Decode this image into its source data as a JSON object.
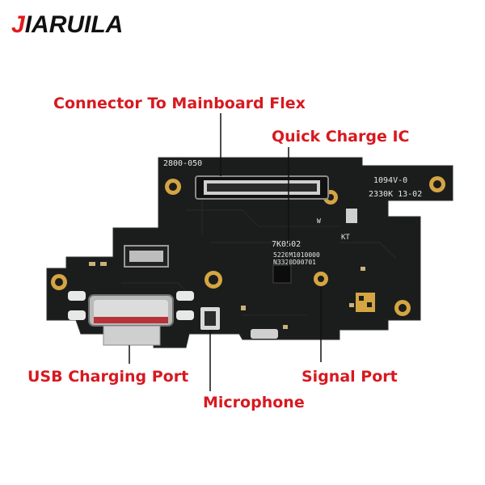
{
  "brand": {
    "first_letter": "J",
    "rest": "IARUILA",
    "accent_color": "#e21b1b"
  },
  "labels": {
    "connector": "Connector To Mainboard Flex",
    "quick_charge": "Quick Charge IC",
    "usb": "USB Charging Port",
    "microphone": "Microphone",
    "signal": "Signal Port"
  },
  "board_text": {
    "part_no": "2800-050",
    "rev": "1094V-0",
    "date": "2330K 13-02",
    "ic_mark": "7K0502",
    "code1": "5220M1010000",
    "code2": "N3320D00701",
    "w": "W",
    "logo_mark": "KT"
  },
  "colors": {
    "label_red": "#d71920",
    "pcb": "#1a1c1b",
    "gold": "#d4a542",
    "leader": "#111111"
  }
}
